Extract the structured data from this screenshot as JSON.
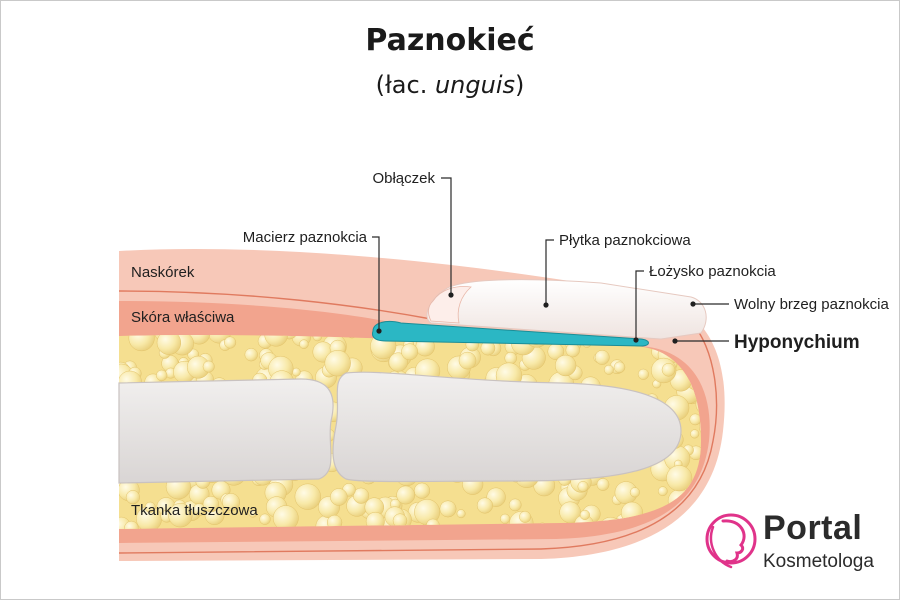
{
  "title": "Paznokieć",
  "subtitle_prefix": "(łac. ",
  "subtitle_italic": "unguis",
  "subtitle_suffix": ")",
  "labels": {
    "oblaczek": "Obłączek",
    "macierz": "Macierz paznokcia",
    "plytka": "Płytka paznokciowa",
    "lozysko": "Łożysko paznokcia",
    "wolny_brzeg": "Wolny brzeg paznokcia",
    "hyponychium": "Hyponychium",
    "naskorek": "Naskórek",
    "skora": "Skóra właściwa",
    "tkanka": "Tkanka tłuszczowa"
  },
  "logo": {
    "main": "Portal",
    "sub": "Kosmetologa"
  },
  "colors": {
    "epidermis": "#f7c8b8",
    "dermis": "#f2a48e",
    "fat": "#f7e7a6",
    "bone": "#e8e5e4",
    "nail_bed": "#2bb7c4",
    "nail_plate": "#fbf5f3",
    "logo_accent": "#e0338a"
  }
}
